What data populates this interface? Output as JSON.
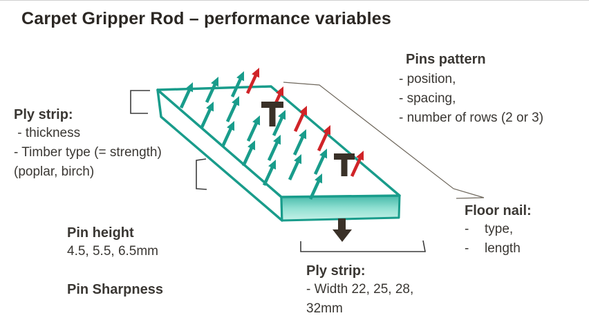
{
  "title": "Carpet Gripper Rod – performance variables",
  "annotations": {
    "pins_pattern": {
      "heading": "Pins pattern",
      "items": [
        "- position,",
        "- spacing,",
        "- number of rows (2 or 3)"
      ]
    },
    "ply_strip_left": {
      "heading": "Ply strip:",
      "items": [
        " - thickness",
        "- Timber type (= strength)",
        "(poplar, birch)"
      ]
    },
    "pin_height": {
      "heading": "Pin height",
      "value": "4.5, 5.5, 6.5mm"
    },
    "pin_sharpness": {
      "heading": "Pin Sharpness"
    },
    "ply_strip_bottom": {
      "heading": "Ply strip:",
      "items": [
        "- Width 22, 25, 28,",
        "32mm"
      ]
    },
    "floor_nail": {
      "heading": "Floor nail:",
      "dash": "-",
      "items": [
        "type,",
        "length"
      ]
    }
  },
  "icons": {
    "teal_pin": "up-right-arrow-icon",
    "red_pin": "up-right-arrow-icon",
    "t_pin": "letter-T-glyph",
    "floor_nail": "down-arrow-icon"
  },
  "colors": {
    "teal": "#199c8b",
    "face_top": "#45b9a9",
    "face_mid": "#8fdfd1",
    "face_bottom": "#c6f1e8",
    "red": "#d02428",
    "dark": "#3a3128",
    "leader": "#6e675c",
    "bracket": "#3c3c3c",
    "text": "#3a3733",
    "title": "#2b2723"
  }
}
